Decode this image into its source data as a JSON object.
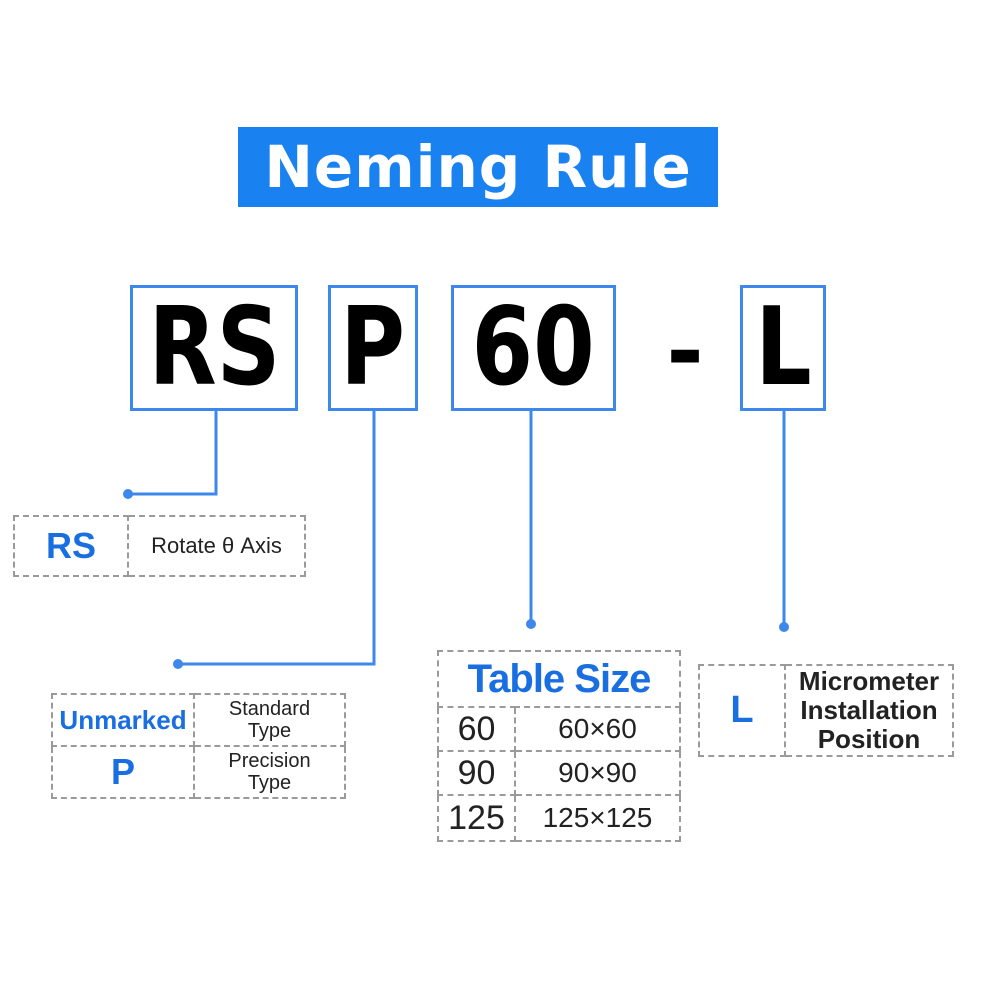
{
  "title": "Neming Rule",
  "code": {
    "segments": [
      "RS",
      "P",
      "60",
      "L"
    ],
    "separator": "-"
  },
  "rs_table": {
    "code": "RS",
    "description": "Rotate θ Axis"
  },
  "type_table": {
    "rows": [
      {
        "code": "Unmarked",
        "description_line1": "Standard",
        "description_line2": "Type"
      },
      {
        "code": "P",
        "description_line1": "Precision",
        "description_line2": "Type"
      }
    ]
  },
  "size_table": {
    "header": "Table Size",
    "rows": [
      {
        "code": "60",
        "size": "60×60"
      },
      {
        "code": "90",
        "size": "90×90"
      },
      {
        "code": "125",
        "size": "125×125"
      }
    ]
  },
  "l_table": {
    "code": "L",
    "description_line1": "Micrometer",
    "description_line2": "Installation",
    "description_line3": "Position"
  },
  "colors": {
    "accent": "#1a82f0",
    "box_border": "#3d88ea",
    "code_text": "#1a6fe0",
    "dashed_border": "#9a9a9a"
  }
}
